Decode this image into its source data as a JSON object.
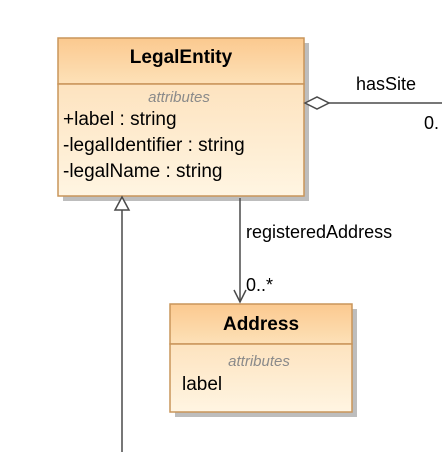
{
  "classes": {
    "legal_entity": {
      "name": "LegalEntity",
      "compartment_label": "attributes",
      "attributes": {
        "label": {
          "name": "+label",
          "type": ": string"
        },
        "legal_identifier": {
          "name": "-legalIdentifier",
          "type": ": string"
        },
        "legal_name": {
          "name": "-legalName",
          "type": ": string"
        }
      }
    },
    "address": {
      "name": "Address",
      "compartment_label": "attributes",
      "attributes": {
        "label": {
          "name": "label"
        }
      }
    }
  },
  "relations": {
    "has_site": {
      "name": "hasSite",
      "multiplicity": "0."
    },
    "registered_address": {
      "name": "registeredAddress",
      "multiplicity": "0..*"
    }
  },
  "colors": {
    "box_fill_top": "#fbcf9a",
    "box_fill_bottom": "#fff1d6",
    "box_border": "#c9955a",
    "shadow": "#b8b8b8",
    "line": "#4a4a4a",
    "stereotype": "#8a8a8a"
  }
}
